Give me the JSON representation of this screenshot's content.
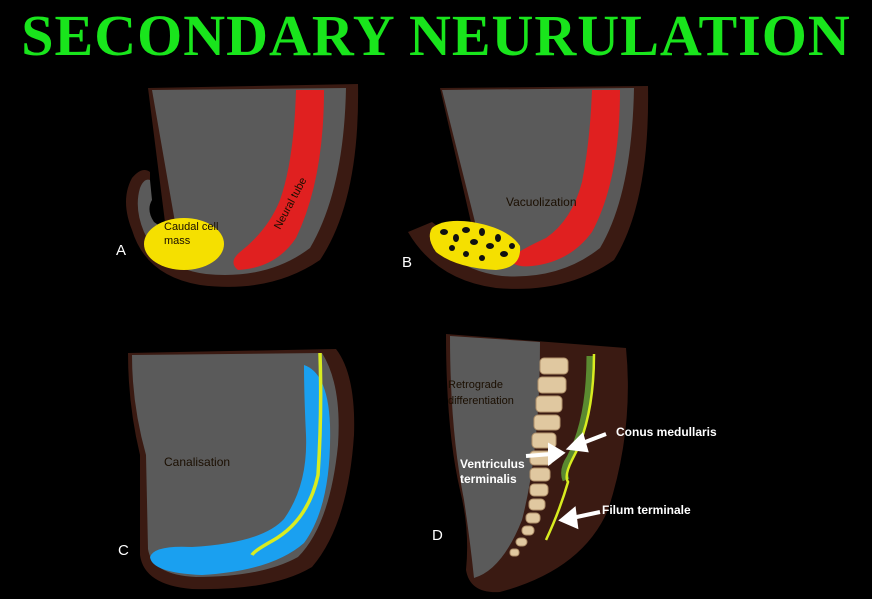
{
  "title": "SECONDARY NEURULATION",
  "colors": {
    "title": "#19e51c",
    "background": "#000000",
    "embryo_body": "#5a5a5a",
    "embryo_rim": "#3a1a12",
    "neural_tube": "#e02020",
    "caudal_cell_mass": "#f5e000",
    "canal_blue": "#1aa0f0",
    "canal_yellow": "#d8ec20",
    "vertebrae": "#e0c8a0"
  },
  "panels": [
    {
      "letter": "A",
      "labels": {
        "neural_tube": "Neural tube",
        "caudal_cell_mass": "Caudal cell mass"
      }
    },
    {
      "letter": "B",
      "labels": {
        "vacuolization": "Vacuolization"
      }
    },
    {
      "letter": "C",
      "labels": {
        "canalisation": "Canalisation"
      }
    },
    {
      "letter": "D",
      "labels": {
        "retrograde_differentiation": "Retrograde differentiation",
        "conus_medullaris": "Conus medullaris",
        "ventriculus_terminalis": "Ventriculus terminalis",
        "filum_terminale": "Filum terminale"
      }
    }
  ]
}
